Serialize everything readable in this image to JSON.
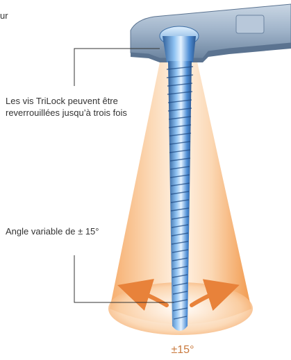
{
  "labels": {
    "cropped_fragment": "ur",
    "relock_text": "Les vis TriLock peuvent être reverrouillées jusqu’à trois fois",
    "angle_text": "Angle variable de ± 15°",
    "degree_text": "±15°"
  },
  "colors": {
    "cone_orange": "#f59a4a",
    "cone_light": "#fde6cf",
    "plate_blue": "#7d9ab8",
    "screw_blue": "#4f8fd6",
    "screw_highlight": "#cfe6ff",
    "leader_line": "#333333",
    "degree_text": "#c97a3e"
  }
}
